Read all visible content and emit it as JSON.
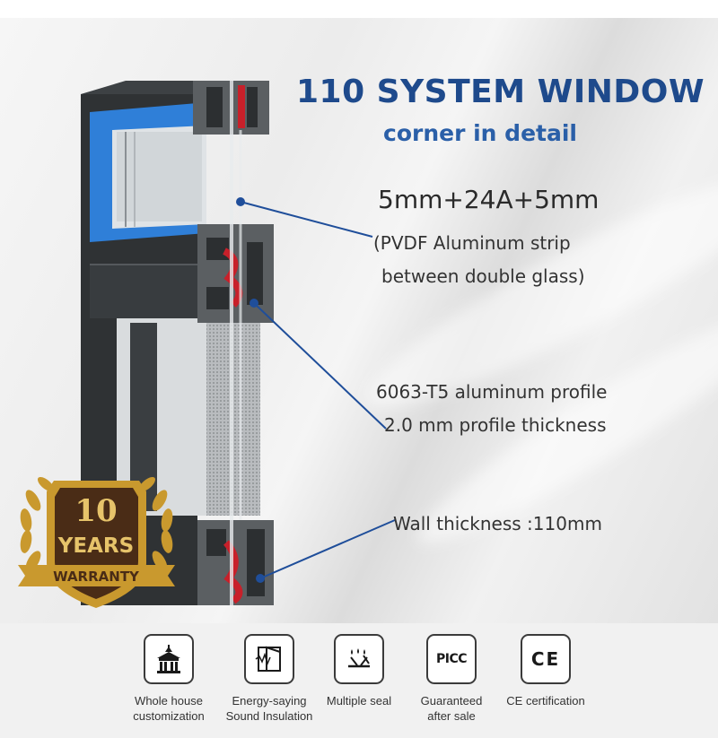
{
  "heading": {
    "title": "110 SYSTEM WINDOW",
    "subtitle": "corner in detail"
  },
  "specs": {
    "glass": "5mm+24A+5mm",
    "strip_line1": "(PVDF Aluminum strip",
    "strip_line2": "between double glass)",
    "profile_line1": "6063-T5 aluminum profile",
    "profile_line2": "2.0 mm profile thickness",
    "wall": "Wall thickness :110mm"
  },
  "badge": {
    "number": "10",
    "years": "YEARS",
    "warranty": "WARRANTY"
  },
  "features": [
    {
      "icon": "house-icon",
      "line1": "Whole house",
      "line2": "customization"
    },
    {
      "icon": "window-sound-icon",
      "line1": "Energy-saying",
      "line2": "Sound Insulation"
    },
    {
      "icon": "water-seal-icon",
      "line1": "Multiple seal",
      "line2": ""
    },
    {
      "icon": "picc-icon",
      "icon_text": "PICC",
      "line1": "Guaranteed",
      "line2": "after sale"
    },
    {
      "icon": "ce-icon",
      "icon_text": "CE",
      "line1": "CE certification",
      "line2": ""
    }
  ],
  "colors": {
    "title": "#1e4a8c",
    "subtitle": "#2a5fa8",
    "leader": "#1f4e9a",
    "frame": "#2f3234",
    "spacer_blue": "#2f7fd8",
    "seal_red": "#c8202a",
    "gold": "#c9992e",
    "badge_brown": "#4a2c16"
  }
}
